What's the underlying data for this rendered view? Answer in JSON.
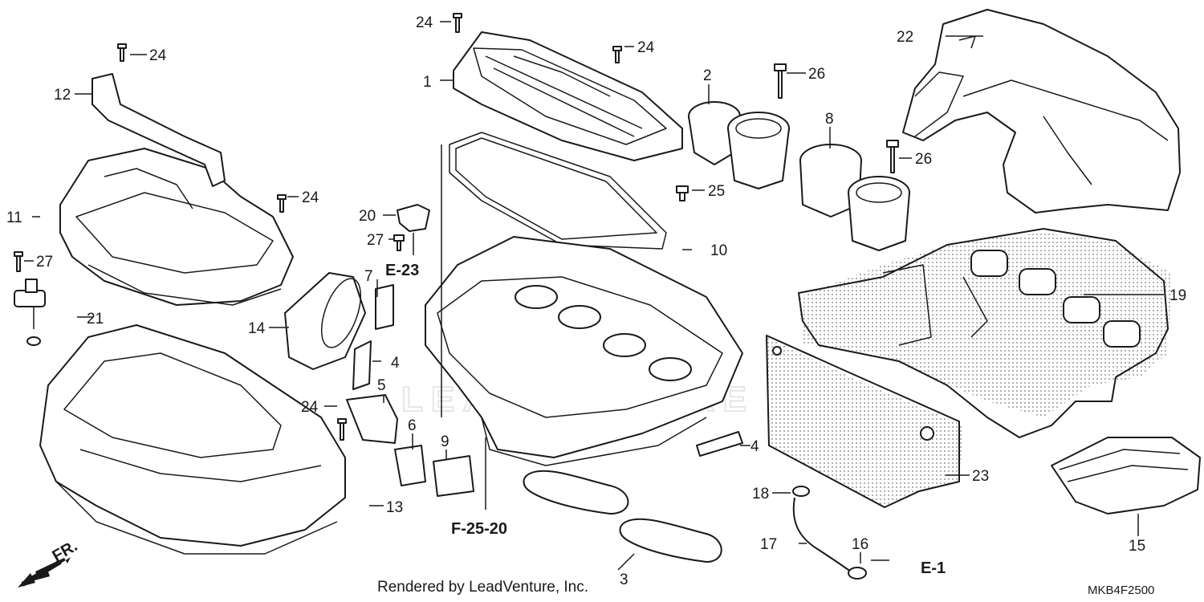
{
  "callouts": {
    "c1": "1",
    "c2": "2",
    "c3": "3",
    "c4a": "4",
    "c4b": "4",
    "c5": "5",
    "c6": "6",
    "c7": "7",
    "c8": "8",
    "c9": "9",
    "c10": "10",
    "c11": "11",
    "c12": "12",
    "c13": "13",
    "c14": "14",
    "c15": "15",
    "c16": "16",
    "c17": "17",
    "c18": "18",
    "c19": "19",
    "c20": "20",
    "c21": "21",
    "c22": "22",
    "c23": "23",
    "c24a": "24",
    "c24b": "24",
    "c24c": "24",
    "c24d": "24",
    "c24e": "24",
    "c25": "25",
    "c26a": "26",
    "c26b": "26",
    "c27a": "27",
    "c27b": "27"
  },
  "references": {
    "e23": "E-23",
    "f2520": "F-25-20",
    "e1": "E-1",
    "front": "FR."
  },
  "watermark": "LEADVENTURE",
  "credit": "Rendered by LeadVenture, Inc.",
  "diagram_code": "MKB4F2500"
}
